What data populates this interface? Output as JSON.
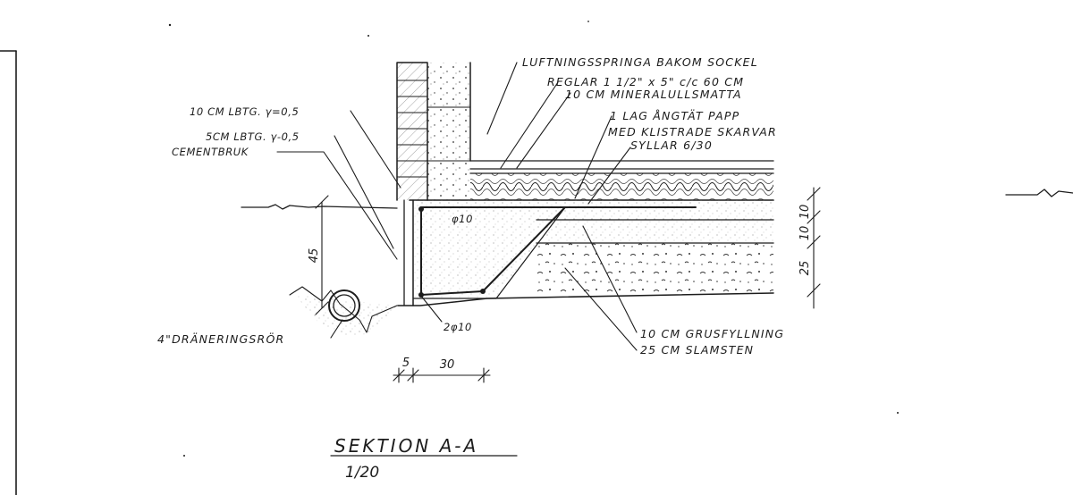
{
  "drawing": {
    "title": "SEKTION A-A",
    "scale": "1/20",
    "labels": {
      "luftning": "LUFTNINGSSPRINGA BAKOM SOCKEL",
      "reglar": "REGLAR 1 1/2\" x 5\" c/c 60 CM",
      "mineralull": "10 CM MINERALULLSMATTA",
      "papp_1": "1 LAG ÅNGTÄT PAPP",
      "papp_2": "MED KLISTRADE SKARVAR",
      "syllar": "SYLLAR 6/30",
      "lbtg_10": "10 CM LBTG. γ=0,5",
      "lbtg_5": "5CM LBTG. γ-0,5",
      "cementbruk": "CEMENTBRUK",
      "rebar_top": "φ10",
      "rebar_bottom": "2φ10",
      "drain": "4\"DRÄNERINGSRÖR",
      "grus": "10 CM GRUSFYLLNING",
      "slamsten": "25 CM SLAMSTEN"
    },
    "dimensions": {
      "depth": "45",
      "w5": "5",
      "w30": "30",
      "r10a": "10",
      "r10b": "10",
      "r25": "25"
    }
  }
}
